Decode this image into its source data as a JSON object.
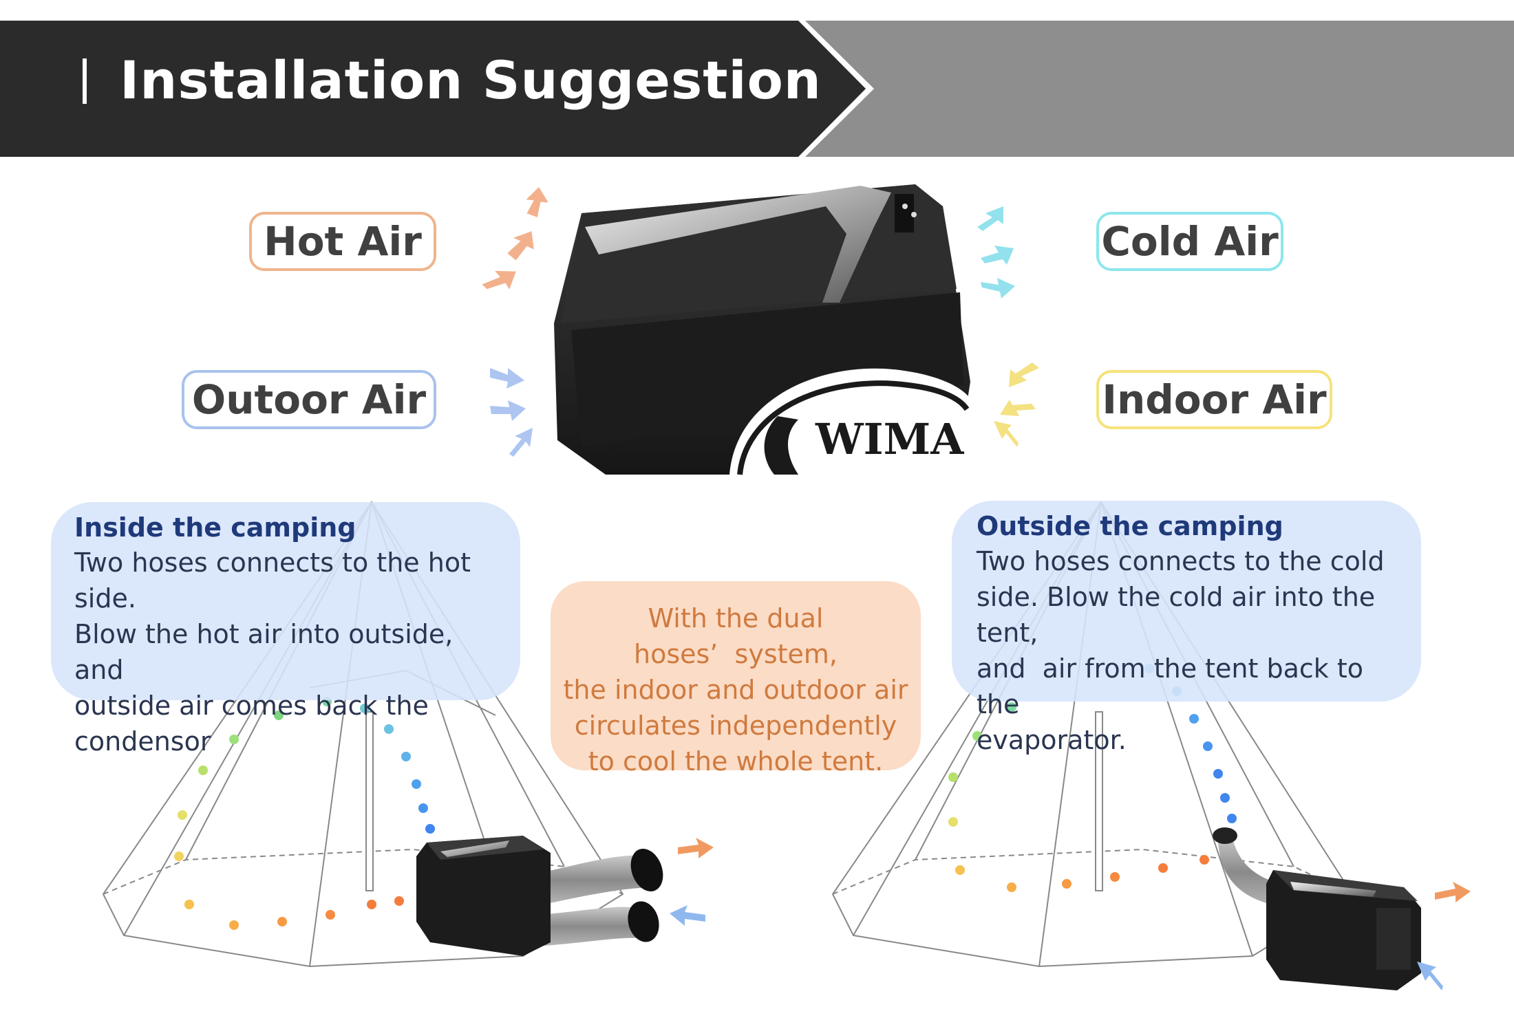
{
  "header": {
    "title": "Installation Suggestion"
  },
  "labels": {
    "hot_air": "Hot Air",
    "cold_air": "Cold Air",
    "outdoor_air": "Outoor Air",
    "indoor_air": "Indoor Air"
  },
  "brand": {
    "logo_text": "WIMA"
  },
  "inside": {
    "title": "Inside the camping",
    "lines": [
      "Two hoses connects to the hot side.",
      "Blow the hot air into outside, and",
      "outside air comes back the",
      "condensor"
    ]
  },
  "center_note": {
    "lines": [
      "With the dual hoses’  system,",
      "the indoor and outdoor air",
      "circulates independently",
      "to cool the whole tent."
    ]
  },
  "outside": {
    "title": "Outside the camping",
    "lines": [
      "Two hoses connects to the cold",
      "side. Blow the cold air into the tent,",
      "and  air from the tent back to the",
      "evaporator."
    ]
  },
  "colors": {
    "banner_dark": "#2b2b2b",
    "banner_gray": "#8e8e8e",
    "hot": "#f0b48c",
    "cold": "#8ee6ee",
    "outdoor": "#a9c2ee",
    "indoor": "#f5e27a",
    "info_box": "#dfe8fb",
    "note_box": "#fbdcc7"
  }
}
